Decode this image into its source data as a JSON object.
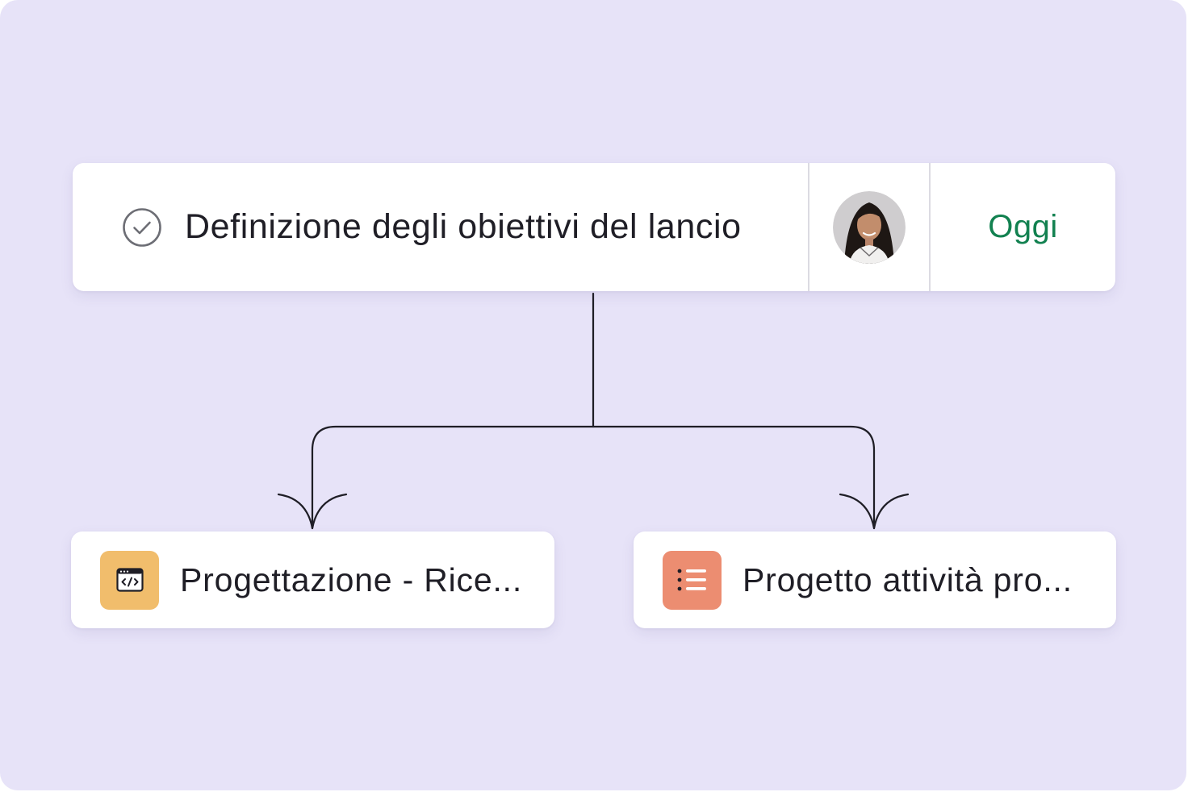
{
  "task": {
    "title": "Definizione degli obiettivi del lancio",
    "status_icon": "check-circle-icon",
    "assignee_avatar": "avatar",
    "due_label": "Oggi",
    "due_color": "#128150"
  },
  "projects": [
    {
      "title": "Progettazione - Rice...",
      "icon": "code-icon",
      "icon_color": "#f1bd6c"
    },
    {
      "title": "Progetto attività pro...",
      "icon": "list-icon",
      "icon_color": "#ec8d71"
    }
  ],
  "colors": {
    "background": "#e7e3f8",
    "connector": "#1f1e26"
  }
}
